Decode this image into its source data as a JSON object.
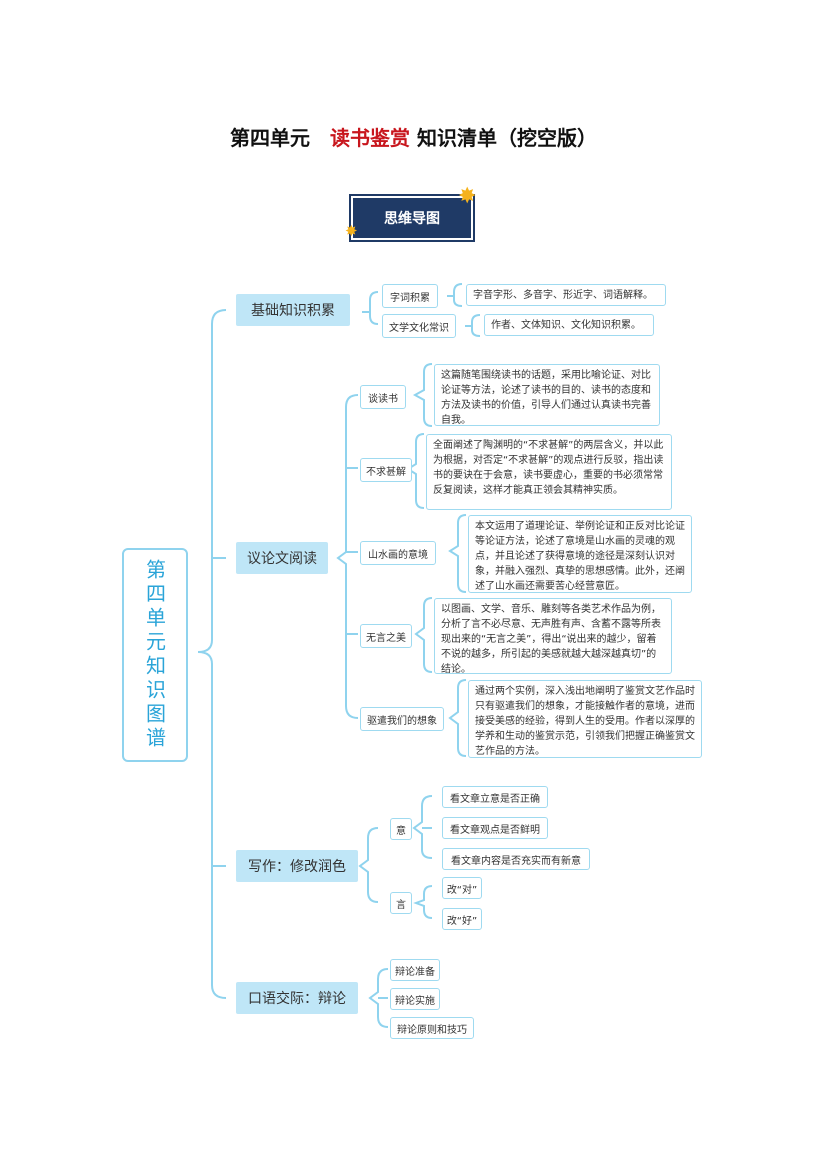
{
  "title": {
    "part1": "第四单元",
    "part2": "读书鉴赏",
    "part3": "知识清单（挖空版）"
  },
  "badge": "思维导图",
  "root": "第四单元知识图谱",
  "branches": {
    "basic": {
      "label": "基础知识积累",
      "items": [
        {
          "label": "字词积累",
          "detail": "字音字形、多音字、形近字、词语解释。"
        },
        {
          "label": "文学文化常识",
          "detail": "作者、文体知识、文化知识积累。"
        }
      ]
    },
    "argument": {
      "label": "议论文阅读",
      "items": [
        {
          "label": "谈读书",
          "detail": "这篇随笔围绕读书的话题，采用比喻论证、对比论证等方法，论述了读书的目的、读书的态度和方法及读书的价值，引导人们通过认真读书完善自我。"
        },
        {
          "label": "不求甚解",
          "detail": "全面阐述了陶渊明的“不求甚解”的两层含义，并以此为根据，对否定“不求甚解”的观点进行反驳，指出读书的要诀在于会意，读书要虚心，重要的书必须常常反复阅读，这样才能真正领会其精神实质。"
        },
        {
          "label": "山水画的意境",
          "detail": "本文运用了道理论证、举例论证和正反对比论证等论证方法，论述了意境是山水画的灵魂的观点，并且论述了获得意境的途径是深刻认识对象，并融入强烈、真挚的思想感情。此外，还阐述了山水画还需要苦心经营意匠。"
        },
        {
          "label": "无言之美",
          "detail": "以图画、文学、音乐、雕刻等各类艺术作品为例，分析了言不必尽意、无声胜有声、含蓄不露等所表现出来的“无言之美”，得出“说出来的越少，留着不说的越多，所引起的美感就越大越深越真切”的结论。"
        },
        {
          "label": "驱遣我们的想象",
          "detail": "通过两个实例，深入浅出地阐明了鉴赏文艺作品时只有驱遣我们的想象，才能接触作者的意境，进而接受美感的经验，得到人生的受用。作者以深厚的学养和生动的鉴赏示范，引领我们把握正确鉴赏文艺作品的方法。"
        }
      ]
    },
    "writing": {
      "label": "写作：修改润色",
      "yi": {
        "label": "意",
        "items": [
          "看文章立意是否正确",
          "看文章观点是否鲜明",
          "看文章内容是否充实而有新意"
        ]
      },
      "yan": {
        "label": "言",
        "items": [
          "改“对”",
          "改“好”"
        ]
      }
    },
    "oral": {
      "label": "口语交际：辩论",
      "items": [
        "辩论准备",
        "辩论实施",
        "辩论原则和技巧"
      ]
    }
  },
  "colors": {
    "accent_red": "#c8161d",
    "badge_bg": "#1f3a66",
    "node_fill": "#bfe6f7",
    "line": "#8fd3ee",
    "root_text": "#2aa4d8",
    "star": "#f5b21c"
  }
}
